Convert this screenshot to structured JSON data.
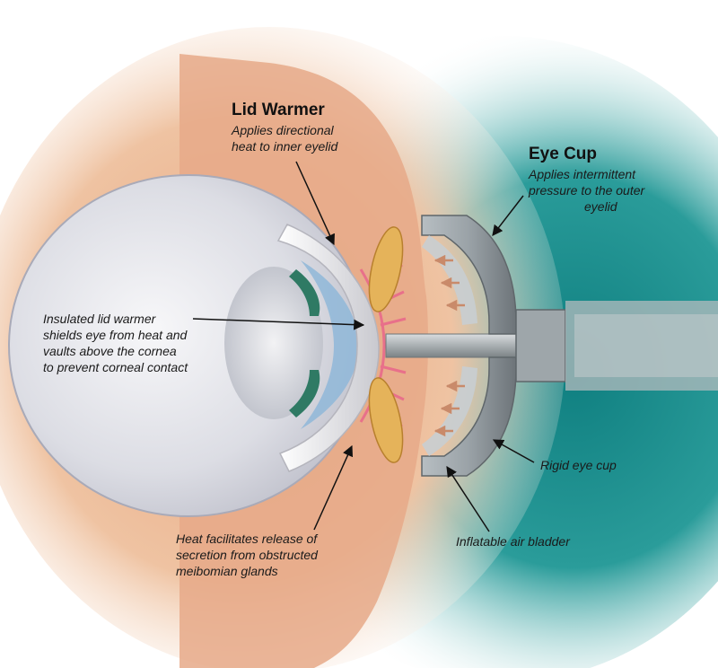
{
  "lid_warmer": {
    "title": "Lid Warmer",
    "description_line1": "Applies directional",
    "description_line2": "heat to inner eyelid"
  },
  "eye_cup": {
    "title": "Eye Cup",
    "description_line1": "Applies intermittent",
    "description_line2": "pressure to the outer",
    "description_line3": "eyelid"
  },
  "insulated_note": {
    "line1": "Insulated lid warmer",
    "line2": "shields eye from heat and",
    "line3": "vaults above the cornea",
    "line4": "to prevent corneal contact"
  },
  "heat_note": {
    "line1": "Heat facilitates release of",
    "line2": "secretion from obstructed",
    "line3": "meibomian glands"
  },
  "rigid_cup_label": "Rigid eye cup",
  "air_bladder_label": "Inflatable air bladder",
  "colors": {
    "skin": "#e8b48f",
    "teal": "#1f8f8e",
    "device_gray": "#8f979b",
    "heat_pink": "#e8708a",
    "gland_yellow": "#e5b35a"
  }
}
